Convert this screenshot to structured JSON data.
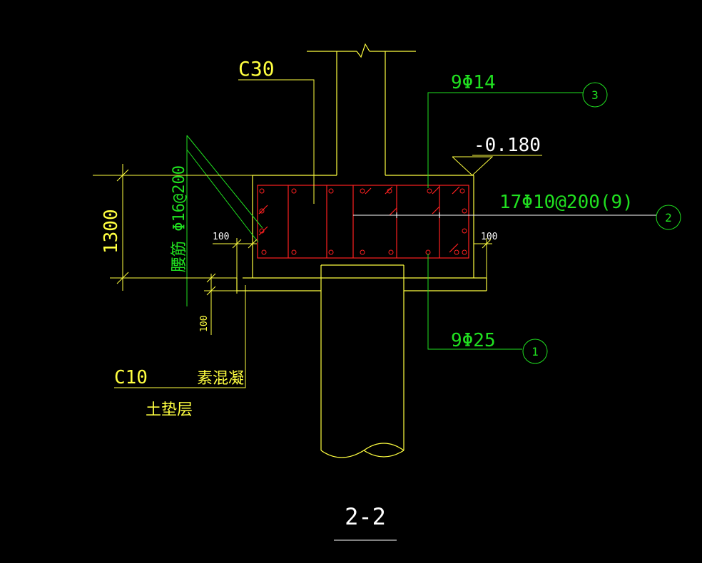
{
  "title": "2-2",
  "colors": {
    "background": "#000000",
    "concrete_outline": "#ffff40",
    "rebar": "#ff2020",
    "leader": "#20e020",
    "dimension": "#ffff40",
    "white_label": "#ffffff"
  },
  "labels": {
    "concrete_grade": "C30",
    "elevation": "-0.180",
    "top_bars": "9Φ14",
    "stirrups": "17Φ10@200(9)",
    "bottom_bars": "9Φ25",
    "waist_bars": "腰筋 Φ16@200",
    "cushion_grade": "C10",
    "cushion_material": "素混凝",
    "cushion_layer": "土垫层"
  },
  "dimensions": {
    "height": "1300",
    "side_left": "100",
    "side_right": "100",
    "bottom": "100"
  },
  "callouts": [
    {
      "number": "1",
      "target": "bottom_bars"
    },
    {
      "number": "2",
      "target": "stirrups"
    },
    {
      "number": "3",
      "target": "top_bars"
    }
  ]
}
